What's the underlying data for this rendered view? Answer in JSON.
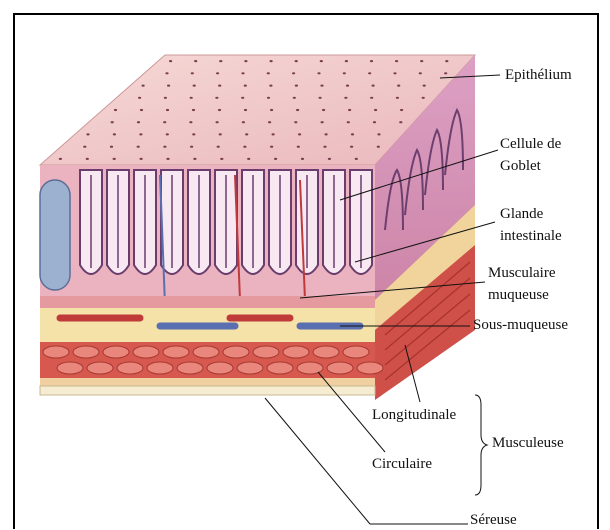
{
  "labels": {
    "epithelium": "Epithélium",
    "goblet_line1": "Cellule de",
    "goblet_line2": "Goblet",
    "gland_line1": "Glande",
    "gland_line2": "intestinale",
    "musc_muq_line1": "Musculaire",
    "musc_muq_line2": "muqueuse",
    "sous_muqueuse": "Sous-muqueuse",
    "longitudinale": "Longitudinale",
    "circulaire": "Circulaire",
    "musculeuse": "Musculeuse",
    "sereuse": "Séreuse"
  },
  "colors": {
    "mucosa_top": "#f1c7c6",
    "lamina": "#e8a8b6",
    "villus_outline": "#7a4a78",
    "submucosa": "#f4e2a8",
    "muscle": "#d65a50",
    "serosa": "#f6ecd2",
    "artery": "#c03a3a",
    "vein": "#5a6fb0"
  }
}
